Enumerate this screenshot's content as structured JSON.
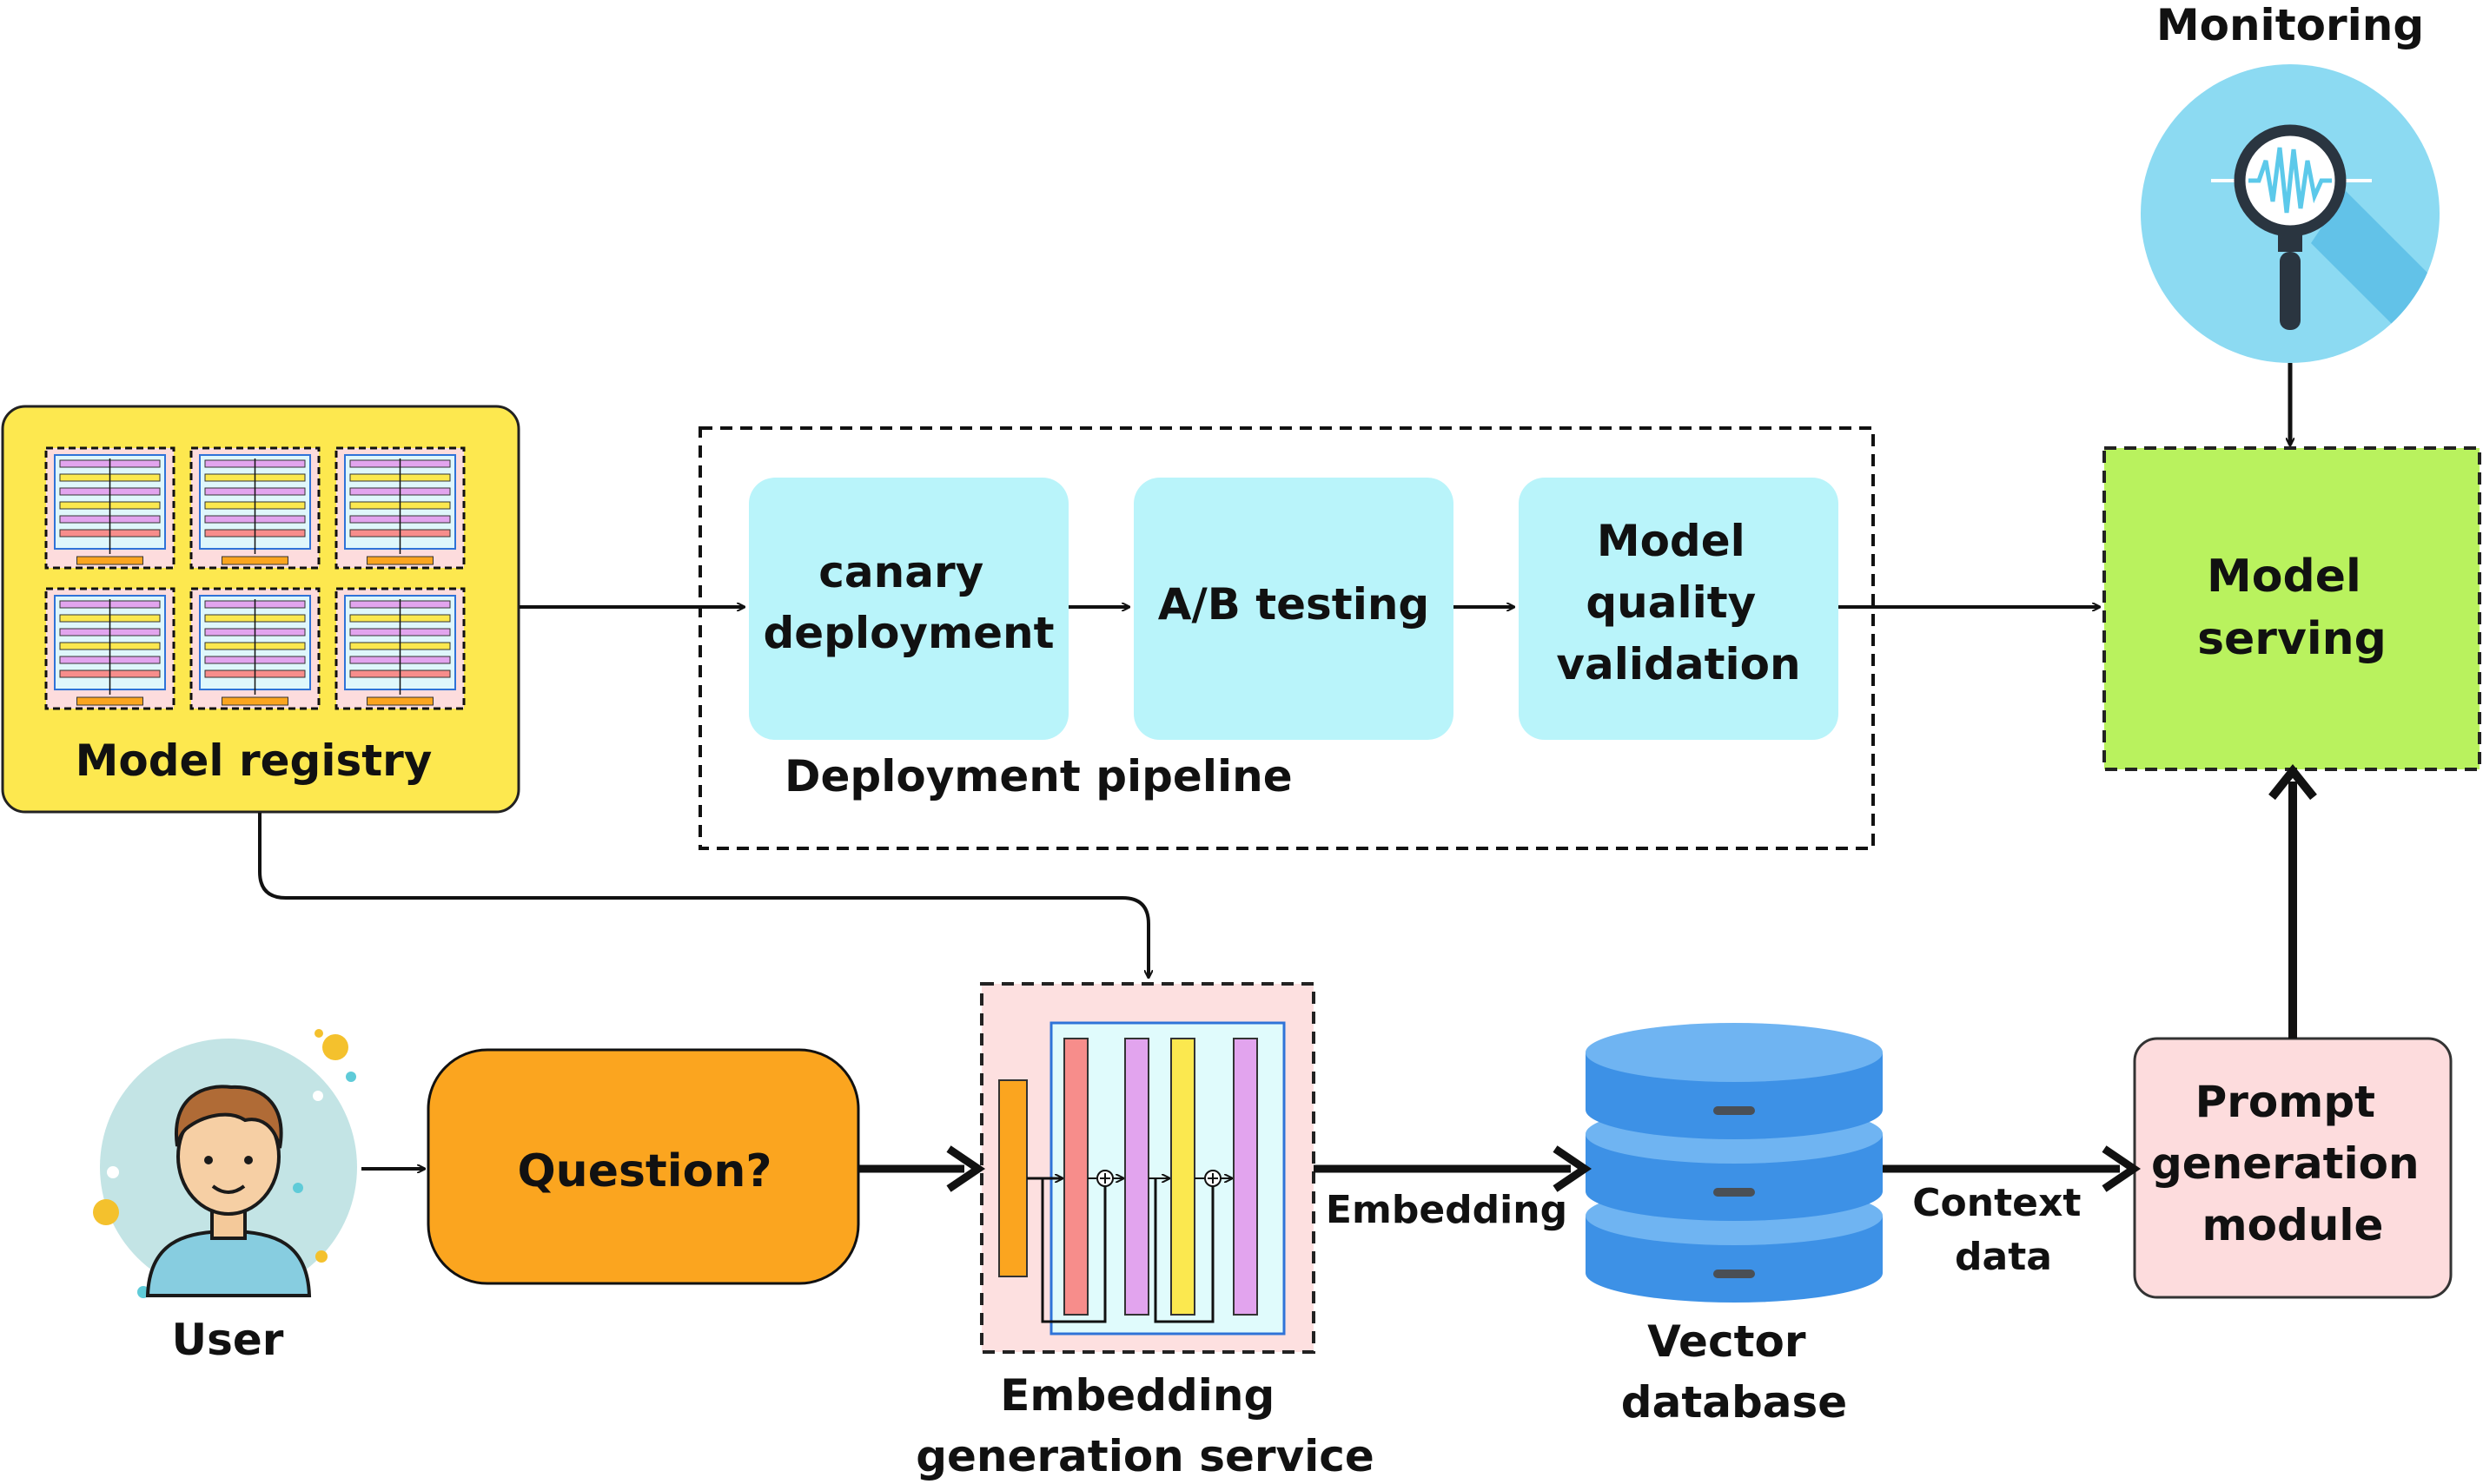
{
  "colors": {
    "registry_fill": "#fde84f",
    "stage_fill": "#b9f4fa",
    "serving_fill": "#b9f25e",
    "question_fill": "#fba51f",
    "prompt_fill": "#fddcdd",
    "embed_fill": "#fde0e0",
    "db_blue": "#3d91e6",
    "db_light": "#6fb4f2",
    "monitor_bg": "#8cdaf2",
    "user_bg": "#c3e4e5",
    "line": "#111111"
  },
  "icons": {
    "registry": "model-thumbnail-icon",
    "monitoring": "magnifier-waveform-icon",
    "user": "user-avatar-icon",
    "embedding": "network-architecture-icon",
    "database": "database-cylinder-icon"
  },
  "labels": {
    "monitoring": "Monitoring",
    "model_registry": "Model registry",
    "canary": [
      "canary",
      "deployment"
    ],
    "ab_testing": "A/B testing",
    "model_quality": [
      "Model",
      "quality",
      "validation"
    ],
    "deployment_pipeline": "Deployment pipeline",
    "model_serving": [
      "Model",
      "serving"
    ],
    "user": "User",
    "question": "Question?",
    "embedding_service": [
      "Embedding",
      "generation service"
    ],
    "embedding_edge": "Embedding",
    "vector_db": [
      "Vector",
      "database"
    ],
    "context_data": [
      "Context",
      "data"
    ],
    "prompt_module": [
      "Prompt",
      "generation",
      "module"
    ]
  }
}
